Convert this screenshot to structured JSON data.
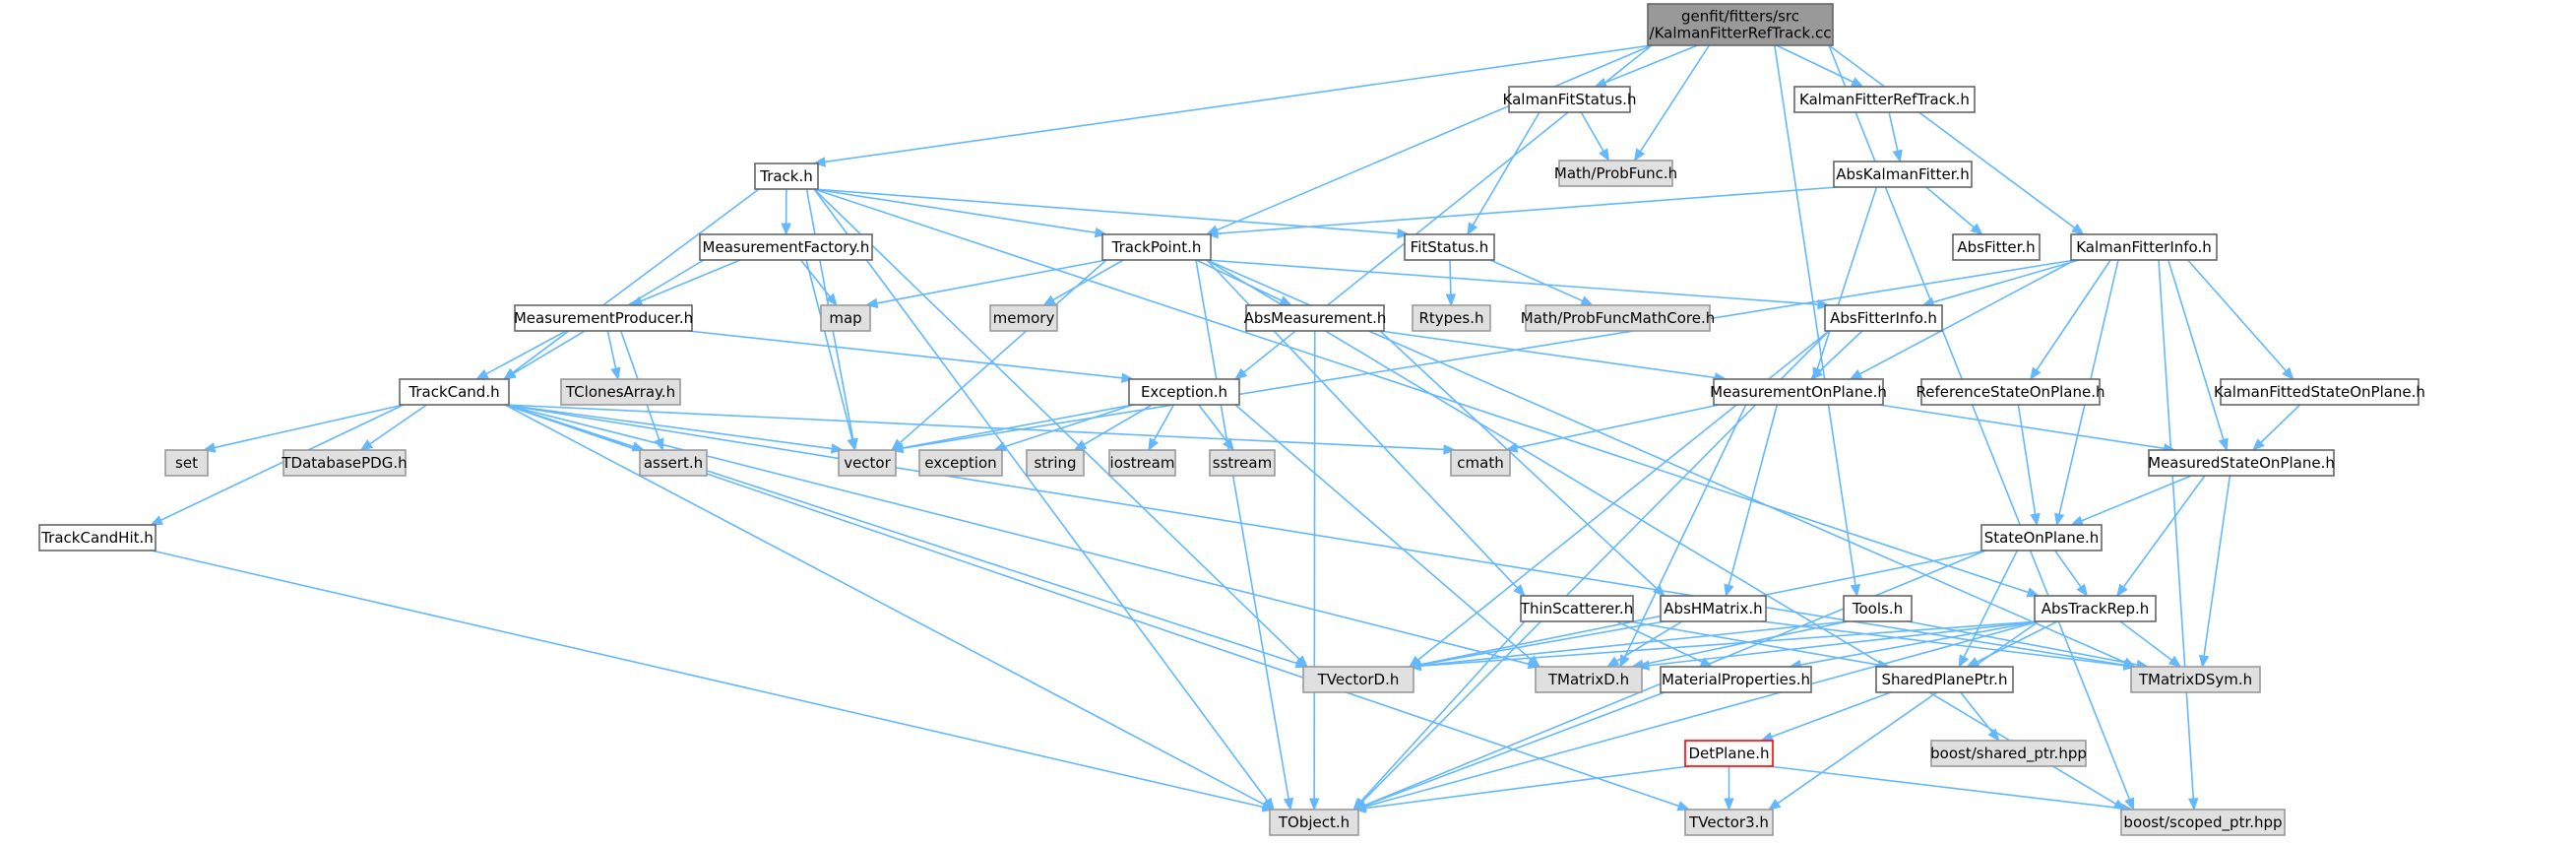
{
  "colors": {
    "edge": "#63b8ff",
    "node_border": "#666666",
    "node_fill": "#ffffff",
    "system_fill": "#e0e0e0",
    "system_border": "#999999",
    "root_fill": "#999999",
    "root_border": "#666666",
    "highlight_border": "#ff0000"
  },
  "nodes": [
    {
      "id": "root",
      "lines": [
        "genfit/fitters/src",
        "/KalmanFitterRefTrack.cc"
      ],
      "kind": "root"
    },
    {
      "id": "kfstatus",
      "lines": [
        "KalmanFitStatus.h"
      ],
      "kind": "file"
    },
    {
      "id": "kfreftrack",
      "lines": [
        "KalmanFitterRefTrack.h"
      ],
      "kind": "file"
    },
    {
      "id": "probfunc",
      "lines": [
        "Math/ProbFunc.h"
      ],
      "kind": "system"
    },
    {
      "id": "track",
      "lines": [
        "Track.h"
      ],
      "kind": "file"
    },
    {
      "id": "abskalman",
      "lines": [
        "AbsKalmanFitter.h"
      ],
      "kind": "file"
    },
    {
      "id": "kfinfo",
      "lines": [
        "KalmanFitterInfo.h"
      ],
      "kind": "file"
    },
    {
      "id": "measfactory",
      "lines": [
        "MeasurementFactory.h"
      ],
      "kind": "file"
    },
    {
      "id": "trackpoint",
      "lines": [
        "TrackPoint.h"
      ],
      "kind": "file"
    },
    {
      "id": "fitstatus",
      "lines": [
        "FitStatus.h"
      ],
      "kind": "file"
    },
    {
      "id": "absfitter",
      "lines": [
        "AbsFitter.h"
      ],
      "kind": "file"
    },
    {
      "id": "map",
      "lines": [
        "map"
      ],
      "kind": "system"
    },
    {
      "id": "memory",
      "lines": [
        "memory"
      ],
      "kind": "system"
    },
    {
      "id": "rtypes",
      "lines": [
        "Rtypes.h"
      ],
      "kind": "system"
    },
    {
      "id": "probfunccore",
      "lines": [
        "Math/ProbFuncMathCore.h"
      ],
      "kind": "system"
    },
    {
      "id": "measproducer",
      "lines": [
        "MeasurementProducer.h"
      ],
      "kind": "file"
    },
    {
      "id": "absmeas",
      "lines": [
        "AbsMeasurement.h"
      ],
      "kind": "file"
    },
    {
      "id": "absfitterinfo",
      "lines": [
        "AbsFitterInfo.h"
      ],
      "kind": "file"
    },
    {
      "id": "trackcand",
      "lines": [
        "TrackCand.h"
      ],
      "kind": "file"
    },
    {
      "id": "tclones",
      "lines": [
        "TClonesArray.h"
      ],
      "kind": "system"
    },
    {
      "id": "exception",
      "lines": [
        "Exception.h"
      ],
      "kind": "file"
    },
    {
      "id": "measonplane",
      "lines": [
        "MeasurementOnPlane.h"
      ],
      "kind": "file"
    },
    {
      "id": "refstate",
      "lines": [
        "ReferenceStateOnPlane.h"
      ],
      "kind": "file"
    },
    {
      "id": "kffitted",
      "lines": [
        "KalmanFittedStateOnPlane.h"
      ],
      "kind": "file"
    },
    {
      "id": "set",
      "lines": [
        "set"
      ],
      "kind": "system"
    },
    {
      "id": "tdbpdg",
      "lines": [
        "TDatabasePDG.h"
      ],
      "kind": "system"
    },
    {
      "id": "assert",
      "lines": [
        "assert.h"
      ],
      "kind": "system"
    },
    {
      "id": "vector",
      "lines": [
        "vector"
      ],
      "kind": "system"
    },
    {
      "id": "exceptionstd",
      "lines": [
        "exception"
      ],
      "kind": "system"
    },
    {
      "id": "string",
      "lines": [
        "string"
      ],
      "kind": "system"
    },
    {
      "id": "iostream",
      "lines": [
        "iostream"
      ],
      "kind": "system"
    },
    {
      "id": "sstream",
      "lines": [
        "sstream"
      ],
      "kind": "system"
    },
    {
      "id": "cmath",
      "lines": [
        "cmath"
      ],
      "kind": "system"
    },
    {
      "id": "measstate",
      "lines": [
        "MeasuredStateOnPlane.h"
      ],
      "kind": "file"
    },
    {
      "id": "trackcandhit",
      "lines": [
        "TrackCandHit.h"
      ],
      "kind": "file"
    },
    {
      "id": "stateonplane",
      "lines": [
        "StateOnPlane.h"
      ],
      "kind": "file"
    },
    {
      "id": "thinscatterer",
      "lines": [
        "ThinScatterer.h"
      ],
      "kind": "file"
    },
    {
      "id": "abshmatrix",
      "lines": [
        "AbsHMatrix.h"
      ],
      "kind": "file"
    },
    {
      "id": "tools",
      "lines": [
        "Tools.h"
      ],
      "kind": "file"
    },
    {
      "id": "abstrackrep",
      "lines": [
        "AbsTrackRep.h"
      ],
      "kind": "file"
    },
    {
      "id": "tvectord",
      "lines": [
        "TVectorD.h"
      ],
      "kind": "system"
    },
    {
      "id": "tmatrixd",
      "lines": [
        "TMatrixD.h"
      ],
      "kind": "system"
    },
    {
      "id": "materialprops",
      "lines": [
        "MaterialProperties.h"
      ],
      "kind": "file"
    },
    {
      "id": "sharedplane",
      "lines": [
        "SharedPlanePtr.h"
      ],
      "kind": "file"
    },
    {
      "id": "tmatrixdsym",
      "lines": [
        "TMatrixDSym.h"
      ],
      "kind": "system"
    },
    {
      "id": "boostshared",
      "lines": [
        "boost/shared_ptr.hpp"
      ],
      "kind": "system"
    },
    {
      "id": "detplane",
      "lines": [
        "DetPlane.h"
      ],
      "kind": "highlight"
    },
    {
      "id": "tobject",
      "lines": [
        "TObject.h"
      ],
      "kind": "system"
    },
    {
      "id": "tvector3",
      "lines": [
        "TVector3.h"
      ],
      "kind": "system"
    },
    {
      "id": "boostscoped",
      "lines": [
        "boost/scoped_ptr.hpp"
      ],
      "kind": "system"
    }
  ],
  "edges": [
    [
      "root",
      "kfstatus"
    ],
    [
      "root",
      "kfreftrack"
    ],
    [
      "root",
      "probfunc"
    ],
    [
      "root",
      "track"
    ],
    [
      "root",
      "trackpoint"
    ],
    [
      "root",
      "kfinfo"
    ],
    [
      "root",
      "exception"
    ],
    [
      "root",
      "tools"
    ],
    [
      "root",
      "boostscoped"
    ],
    [
      "kfstatus",
      "probfunc"
    ],
    [
      "kfstatus",
      "fitstatus"
    ],
    [
      "kfreftrack",
      "abskalman"
    ],
    [
      "abskalman",
      "absfitter"
    ],
    [
      "abskalman",
      "trackpoint"
    ],
    [
      "abskalman",
      "measonplane"
    ],
    [
      "track",
      "measfactory"
    ],
    [
      "track",
      "trackpoint"
    ],
    [
      "track",
      "fitstatus"
    ],
    [
      "track",
      "trackcand"
    ],
    [
      "track",
      "vector"
    ],
    [
      "track",
      "tvectord"
    ],
    [
      "track",
      "tobject"
    ],
    [
      "track",
      "abstrackrep"
    ],
    [
      "measfactory",
      "measproducer"
    ],
    [
      "measfactory",
      "trackcand"
    ],
    [
      "measfactory",
      "map"
    ],
    [
      "measfactory",
      "vector"
    ],
    [
      "measproducer",
      "trackcand"
    ],
    [
      "measproducer",
      "tclones"
    ],
    [
      "measproducer",
      "assert"
    ],
    [
      "measproducer",
      "exception"
    ],
    [
      "trackpoint",
      "map"
    ],
    [
      "trackpoint",
      "memory"
    ],
    [
      "trackpoint",
      "absmeas"
    ],
    [
      "trackpoint",
      "absfitterinfo"
    ],
    [
      "trackpoint",
      "vector"
    ],
    [
      "trackpoint",
      "thinscatterer"
    ],
    [
      "trackpoint",
      "tobject"
    ],
    [
      "trackpoint",
      "boostscoped"
    ],
    [
      "trackpoint",
      "tmatrixdsym"
    ],
    [
      "fitstatus",
      "rtypes"
    ],
    [
      "fitstatus",
      "probfunccore"
    ],
    [
      "kfinfo",
      "absfitterinfo"
    ],
    [
      "kfinfo",
      "measonplane"
    ],
    [
      "kfinfo",
      "refstate"
    ],
    [
      "kfinfo",
      "kffitted"
    ],
    [
      "kfinfo",
      "measstate"
    ],
    [
      "kfinfo",
      "stateonplane"
    ],
    [
      "kfinfo",
      "vector"
    ],
    [
      "kfinfo",
      "boostscoped"
    ],
    [
      "absmeas",
      "measonplane"
    ],
    [
      "absmeas",
      "abshmatrix"
    ],
    [
      "absmeas",
      "tobject"
    ],
    [
      "absfitterinfo",
      "measonplane"
    ],
    [
      "absfitterinfo",
      "tvectord"
    ],
    [
      "absfitterinfo",
      "tobject"
    ],
    [
      "trackcand",
      "set"
    ],
    [
      "trackcand",
      "tdbpdg"
    ],
    [
      "trackcand",
      "assert"
    ],
    [
      "trackcand",
      "vector"
    ],
    [
      "trackcand",
      "trackcandhit"
    ],
    [
      "trackcand",
      "cmath"
    ],
    [
      "trackcand",
      "tvectord"
    ],
    [
      "trackcand",
      "tmatrixd"
    ],
    [
      "trackcand",
      "tmatrixdsym"
    ],
    [
      "trackcand",
      "tobject"
    ],
    [
      "trackcand",
      "tvector3"
    ],
    [
      "exception",
      "vector"
    ],
    [
      "exception",
      "exceptionstd"
    ],
    [
      "exception",
      "string"
    ],
    [
      "exception",
      "iostream"
    ],
    [
      "exception",
      "sstream"
    ],
    [
      "exception",
      "tmatrixd"
    ],
    [
      "measonplane",
      "cmath"
    ],
    [
      "measonplane",
      "measstate"
    ],
    [
      "measonplane",
      "abshmatrix"
    ],
    [
      "measonplane",
      "tmatrixd"
    ],
    [
      "refstate",
      "stateonplane"
    ],
    [
      "kffitted",
      "measstate"
    ],
    [
      "measstate",
      "stateonplane"
    ],
    [
      "measstate",
      "abstrackrep"
    ],
    [
      "measstate",
      "tmatrixdsym"
    ],
    [
      "trackcandhit",
      "tobject"
    ],
    [
      "stateonplane",
      "abstrackrep"
    ],
    [
      "stateonplane",
      "sharedplane"
    ],
    [
      "stateonplane",
      "tvectord"
    ],
    [
      "stateonplane",
      "tobject"
    ],
    [
      "thinscatterer",
      "materialprops"
    ],
    [
      "thinscatterer",
      "sharedplane"
    ],
    [
      "thinscatterer",
      "tobject"
    ],
    [
      "abshmatrix",
      "tmatrixd"
    ],
    [
      "abshmatrix",
      "tvectord"
    ],
    [
      "abshmatrix",
      "tmatrixdsym"
    ],
    [
      "tools",
      "tmatrixd"
    ],
    [
      "tools",
      "tvectord"
    ],
    [
      "tools",
      "tmatrixdsym"
    ],
    [
      "abstrackrep",
      "sharedplane"
    ],
    [
      "abstrackrep",
      "materialprops"
    ],
    [
      "abstrackrep",
      "tvectord"
    ],
    [
      "abstrackrep",
      "tmatrixd"
    ],
    [
      "abstrackrep",
      "tmatrixdsym"
    ],
    [
      "abstrackrep",
      "tobject"
    ],
    [
      "abstrackrep",
      "tvector3"
    ],
    [
      "materialprops",
      "tobject"
    ],
    [
      "sharedplane",
      "boostshared"
    ],
    [
      "sharedplane",
      "detplane"
    ],
    [
      "detplane",
      "tobject"
    ],
    [
      "detplane",
      "tvector3"
    ],
    [
      "detplane",
      "boostscoped"
    ]
  ]
}
